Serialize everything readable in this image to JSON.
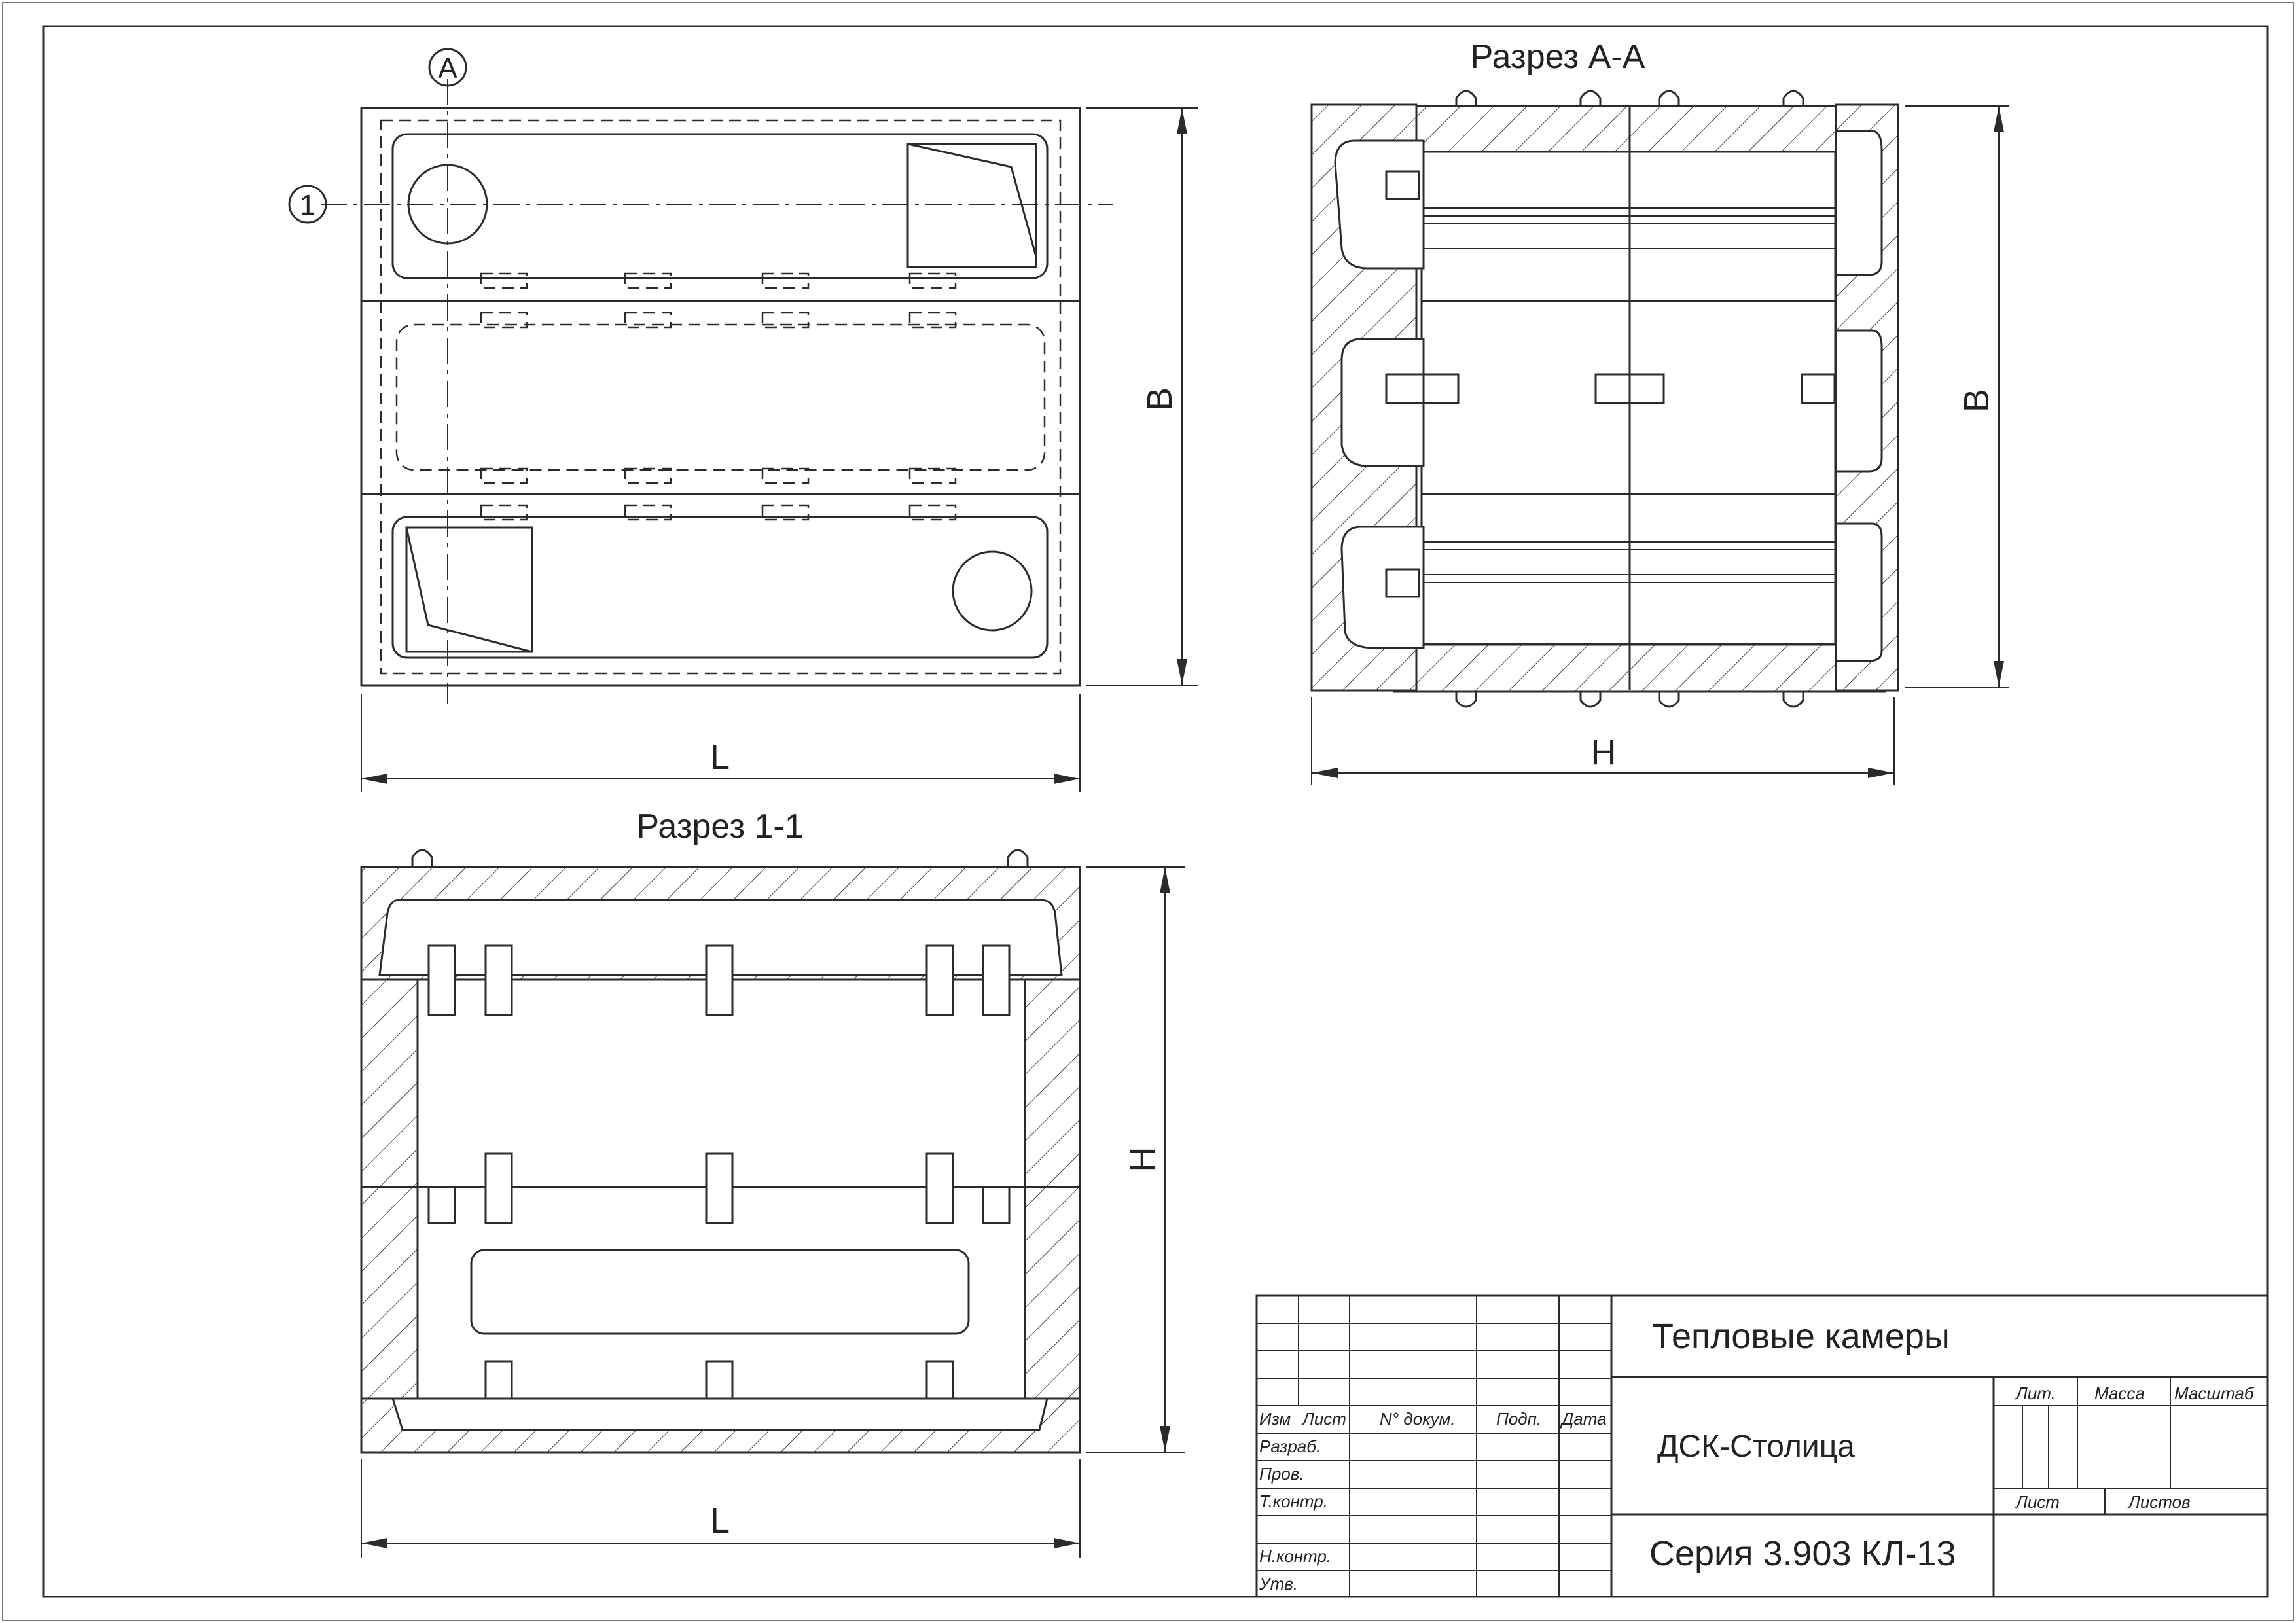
{
  "views": {
    "plan": {
      "section_marker": "А",
      "axis_marker": "1",
      "dim_length": "L",
      "dim_width": "B"
    },
    "section_aa": {
      "title": "Разрез А-А",
      "dim_width": "B",
      "dim_height": "H"
    },
    "section_11": {
      "title": "Разрез 1-1",
      "dim_height": "H",
      "dim_length": "L"
    }
  },
  "title_block": {
    "column_headers": [
      "Изм",
      "Лист",
      "N° докум.",
      "Подп.",
      "Дата"
    ],
    "rows": [
      "Разраб.",
      "Пров.",
      "Т.контр.",
      "",
      "Н.контр.",
      "Утв."
    ],
    "title": "Тепловые камеры",
    "organization": "ДСК-Столица",
    "series": "Серия 3.903 КЛ-13",
    "lit": "Лит.",
    "mass": "Масса",
    "scale": "Масштаб",
    "sheet": "Лист",
    "sheets": "Листов"
  },
  "colors": {
    "line": "#2b2b2b",
    "paper": "#ffffff"
  }
}
